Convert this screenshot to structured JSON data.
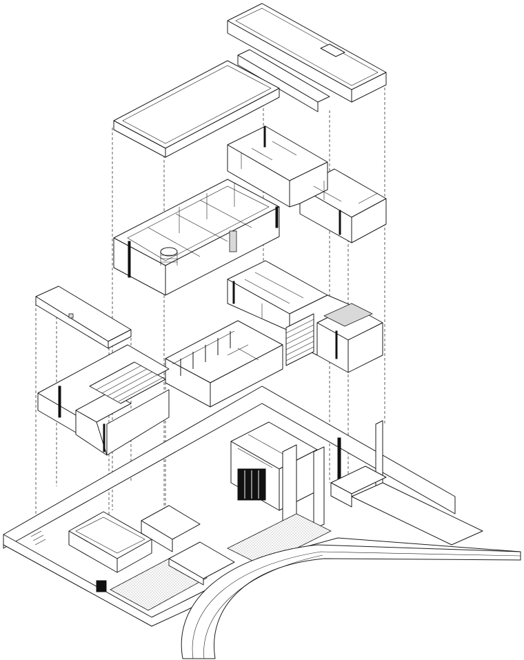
{
  "drawing": {
    "kind": "exploded-isometric-architectural-section",
    "levels": [
      "roof",
      "upper-floor",
      "middle-floor",
      "ground-floor",
      "site-base"
    ],
    "colors": {
      "line": "#1a1a1a",
      "background": "#ffffff",
      "fill_dark": "#111111",
      "fill_hatch": "#d9d9d9"
    }
  }
}
